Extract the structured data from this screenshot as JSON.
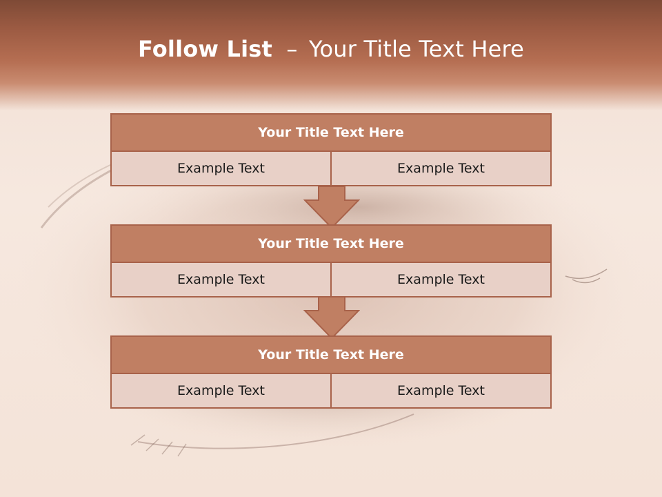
{
  "title": {
    "bold": "Follow List",
    "dash": "–",
    "rest": "Your Title Text Here"
  },
  "blocks": [
    {
      "title": "Your Title Text Here",
      "left": "Example Text",
      "right": "Example Text"
    },
    {
      "title": "Your Title Text Here",
      "left": "Example Text",
      "right": "Example Text"
    },
    {
      "title": "Your Title Text Here",
      "left": "Example Text",
      "right": "Example Text"
    }
  ],
  "colors": {
    "header": "#9b5a42",
    "block_title": "#c07f63",
    "block_cell": "#e8d0c7",
    "border": "#a8624a"
  }
}
